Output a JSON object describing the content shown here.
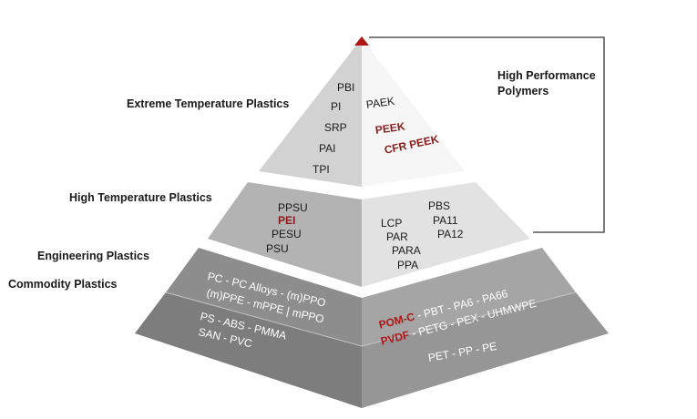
{
  "labels": {
    "high_performance_line1": "High Performance",
    "high_performance_line2": "Polymers",
    "extreme": "Extreme Temperature Plastics",
    "high_temp": "High Temperature Plastics",
    "engineering": "Engineering Plastics",
    "commodity": "Commodity Plastics"
  },
  "extreme": {
    "left": [
      "PBI",
      "PI",
      "SRP",
      "PAI",
      "TPI"
    ],
    "right": [
      "PAEK",
      "PEEK",
      "CFR PEEK"
    ]
  },
  "high_temp": {
    "left": [
      "PPSU",
      "PEI",
      "PESU",
      "PSU"
    ],
    "right_col1": [
      "LCP",
      "PAR",
      "PARA",
      "PPA"
    ],
    "right_col2": [
      "PBS",
      "PA11",
      "PA12"
    ]
  },
  "engineering": {
    "left_line1": "PC - PC Alloys - (m)PPO",
    "left_line2": "(m)PPE - mPPE | mPPO",
    "right_line1": "- PBT - PA6 - PA66",
    "right_line1_red": "POM-C",
    "right_line2": "- PETG - PEX - UHMWPE",
    "right_line2_red": "PVDF"
  },
  "commodity": {
    "left_line1": "PS - ABS - PMMA",
    "left_line2": "SAN - PVC",
    "right": "PET - PP - PE"
  },
  "colors": {
    "accent_red": "#8b1a1a",
    "tip_red": "#b01515"
  }
}
